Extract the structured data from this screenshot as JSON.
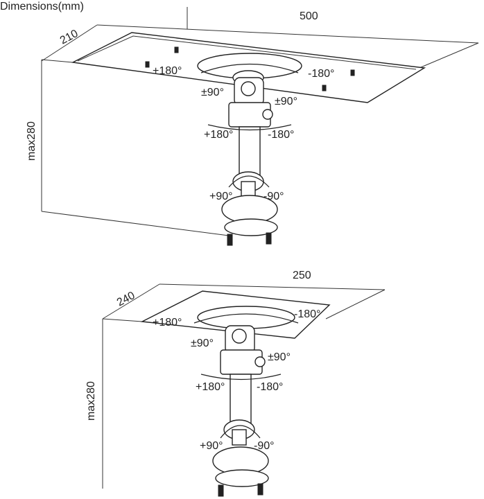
{
  "title": "Dimensions(mm)",
  "top_mount": {
    "width": "500",
    "depth": "210",
    "height": "max280",
    "plate_rot_left": "+180°",
    "plate_rot_right": "-180°",
    "tilt_left": "±90°",
    "tilt_right": "±90°",
    "swivel_left": "+180°",
    "swivel_right": "-180°",
    "clamp_left": "+90°",
    "clamp_right": "-90°"
  },
  "bottom_mount": {
    "width": "250",
    "depth": "240",
    "height": "max280",
    "plate_rot_left": "+180°",
    "plate_rot_right": "-180°",
    "tilt_left": "±90°",
    "tilt_right": "±90°",
    "swivel_left": "+180°",
    "swivel_right": "-180°",
    "clamp_left": "+90°",
    "clamp_right": "-90°"
  }
}
